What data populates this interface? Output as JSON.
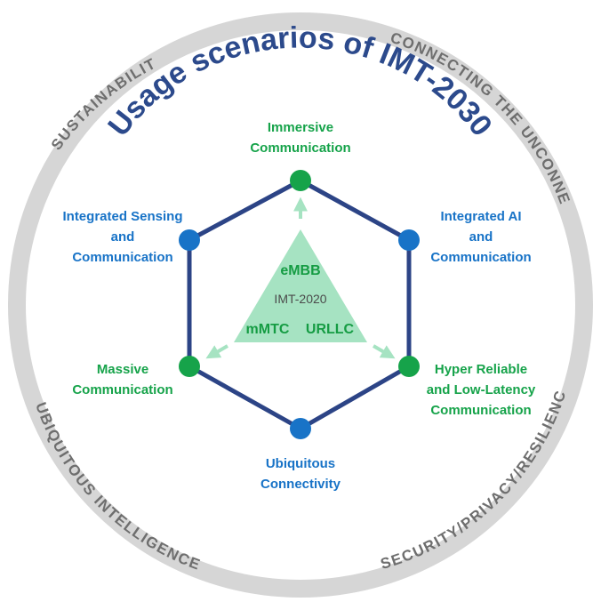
{
  "title": "Usage scenarios of IMT-2030",
  "ring_labels": {
    "top_left": "SUSTAINABILITY",
    "top_right": "CONNECTING THE UNCONNECTED",
    "bottom_left": "UBIQUITOUS INTELLIGENCE",
    "bottom_right": "SECURITY/PRIVACY/RESILIENCE"
  },
  "scenarios": {
    "top": {
      "lines": [
        "Immersive",
        "Communication"
      ],
      "kind": "green"
    },
    "upper_left": {
      "lines": [
        "Integrated Sensing",
        "and",
        "Communication"
      ],
      "kind": "blue"
    },
    "upper_right": {
      "lines": [
        "Integrated AI",
        "and",
        "Communication"
      ],
      "kind": "blue"
    },
    "lower_left": {
      "lines": [
        "Massive",
        "Communication"
      ],
      "kind": "green"
    },
    "lower_right": {
      "lines": [
        "Hyper Reliable",
        "and Low-Latency",
        "Communication"
      ],
      "kind": "green"
    },
    "bottom": {
      "lines": [
        "Ubiquitous",
        "Connectivity"
      ],
      "kind": "blue"
    }
  },
  "triangle": {
    "top": "eMBB",
    "center": "IMT-2020",
    "bottom_left": "mMTC",
    "bottom_right": "URLLC"
  },
  "colors": {
    "ring": "#d6d6d6",
    "ring_text": "#6e6e6e",
    "title": "#2c4a8c",
    "hexagon": "#2c4486",
    "green": "#16a34a",
    "blue": "#1873c7",
    "triangle_fill": "#a6e3c2",
    "arrow": "#a6e3c2"
  }
}
